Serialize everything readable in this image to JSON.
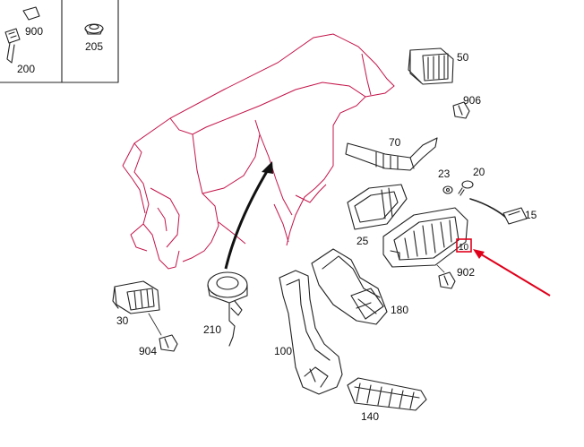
{
  "diagram": {
    "dashboard_color": "#c4144a",
    "highlight_color": "#e0001a",
    "labels": {
      "p900": "900",
      "p200": "200",
      "p205": "205",
      "p50": "50",
      "p906": "906",
      "p70": "70",
      "p23": "23",
      "p20": "20",
      "p15": "15",
      "p25": "25",
      "p10": "10",
      "p902": "902",
      "p30": "30",
      "p904": "904",
      "p210": "210",
      "p180": "180",
      "p100": "100",
      "p140": "140"
    }
  }
}
